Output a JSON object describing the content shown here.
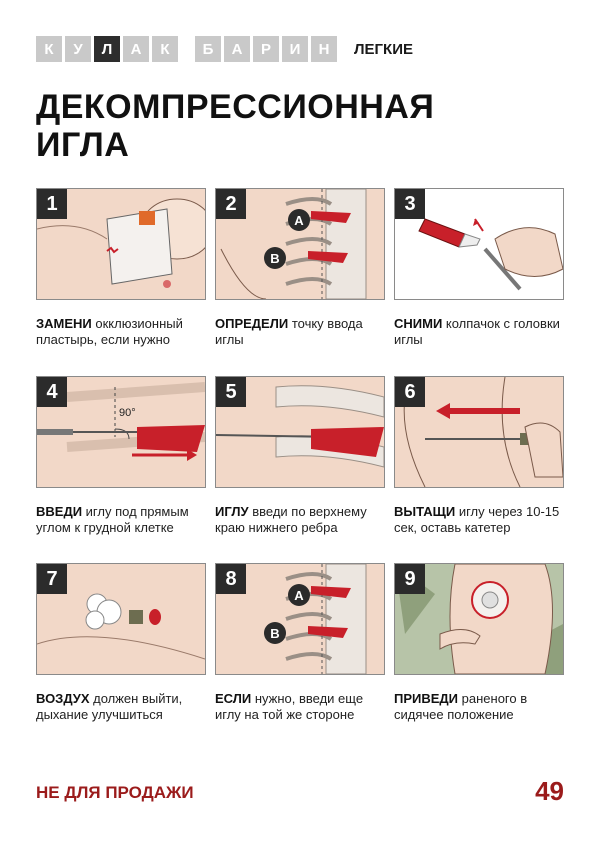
{
  "header": {
    "brand_word1": [
      "К",
      "У",
      "Л",
      "А",
      "К"
    ],
    "brand_word2": [
      "Б",
      "А",
      "Р",
      "И",
      "Н"
    ],
    "section": "ЛЕГКИЕ"
  },
  "title": {
    "line1": "ДЕКОМПРЕССИОННАЯ",
    "line2": "ИГЛА"
  },
  "steps": [
    {
      "num": "1",
      "bold": "ЗАМЕНИ",
      "text": " окклюзионный пластырь, если нужно"
    },
    {
      "num": "2",
      "bold": "ОПРЕДЕЛИ",
      "text": " точку ввода иглы",
      "mark_a": "A",
      "mark_b": "B"
    },
    {
      "num": "3",
      "bold": "СНИМИ",
      "text": " колпачок с головки иглы"
    },
    {
      "num": "4",
      "bold": "ВВЕДИ",
      "text": " иглу под прямым углом к грудной клетке",
      "angle": "90°"
    },
    {
      "num": "5",
      "bold": "ИГЛУ",
      "text": " введи по верхнему краю нижнего ребра"
    },
    {
      "num": "6",
      "bold": "ВЫТАЩИ",
      "text": " иглу через 10-15 сек, оставь катетер"
    },
    {
      "num": "7",
      "bold": "ВОЗДУХ",
      "text": " должен выйти, дыхание улучшиться"
    },
    {
      "num": "8",
      "bold": "ЕСЛИ",
      "text": " нужно, введи еще иглу на той же стороне",
      "mark_a": "A",
      "mark_b": "B"
    },
    {
      "num": "9",
      "bold": "ПРИВЕДИ",
      "text": " раненого в сидячее положение"
    }
  ],
  "footer": {
    "left": "НЕ ДЛЯ ПРОДАЖИ",
    "page": "49"
  },
  "colors": {
    "accent": "#9b1b1b",
    "skin": "#f2d8c8",
    "blood": "#c8202a"
  }
}
